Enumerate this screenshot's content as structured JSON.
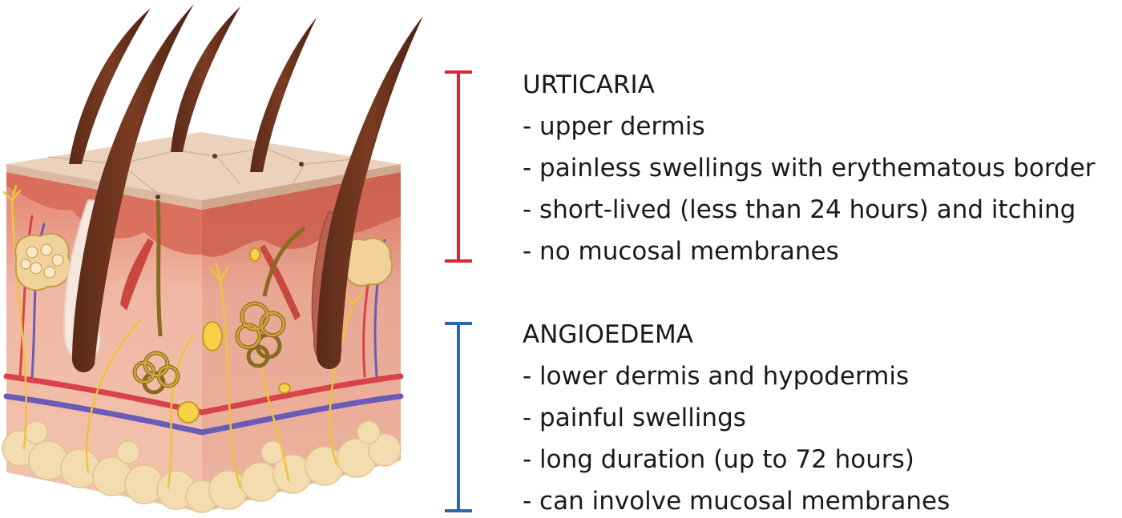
{
  "colors": {
    "urticaria_bracket": "#d42a35",
    "angioedema_bracket": "#2f66b0",
    "text": "#1a1a1a"
  },
  "illustration": {
    "subject": "skin-cross-section"
  },
  "urticaria": {
    "title": "URTICARIA",
    "points": [
      "- upper dermis",
      "- painless swellings with erythematous border",
      "- short-lived (less than 24 hours) and itching",
      "- no mucosal membranes"
    ]
  },
  "angioedema": {
    "title": "ANGIOEDEMA",
    "points": [
      "- lower dermis and hypodermis",
      "- painful swellings",
      "- long duration (up to 72 hours)",
      "- can involve mucosal membranes"
    ]
  }
}
